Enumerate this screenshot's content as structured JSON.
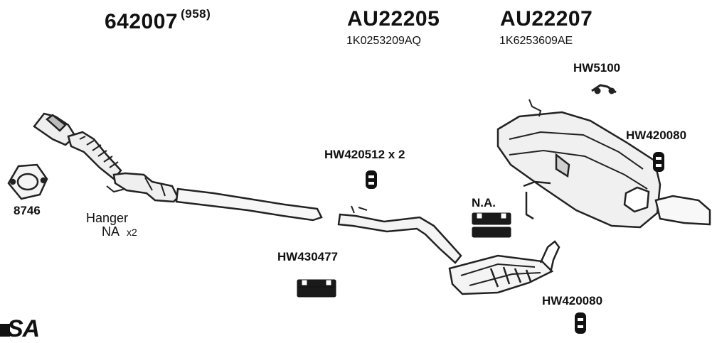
{
  "parts": {
    "p642007": {
      "code": "642007",
      "note": "(958)"
    },
    "pAU22205": {
      "code": "AU22205",
      "oe": "1K0253209AQ"
    },
    "pAU22207": {
      "code": "AU22207",
      "oe": "1K6253609AE"
    },
    "hw5100": "HW5100",
    "hw420080_top": "HW420080",
    "hw420512": "HW420512 x 2",
    "na": "N.A.",
    "hw430477": "HW430477",
    "hw420080_bottom": "HW420080",
    "gasket": "8746",
    "hanger_line1": "Hanger",
    "hanger_line2": "NA",
    "hanger_qty": "x2",
    "logo_fragment": "SA"
  }
}
